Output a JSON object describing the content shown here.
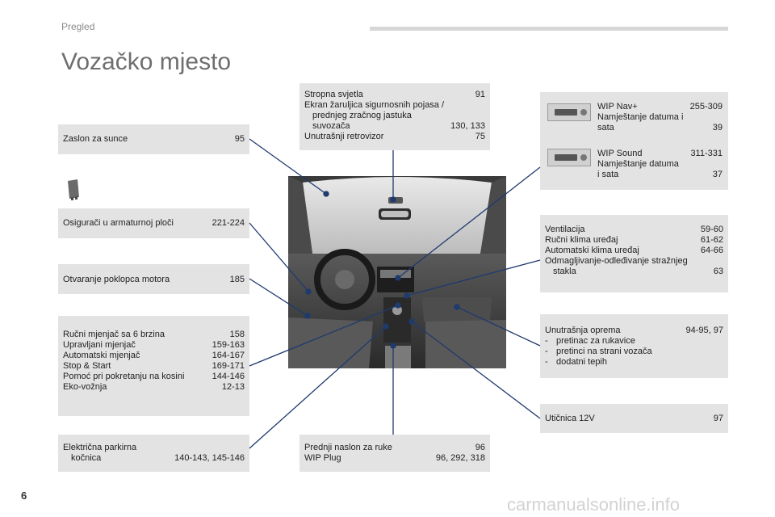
{
  "header": {
    "section": "Pregled",
    "title": "Vozačko mjesto"
  },
  "page_number": "6",
  "watermark": "carmanualsonline.info",
  "boxes": {
    "sun_visor": {
      "label": "Zaslon za sunce",
      "page": "95"
    },
    "fuses": {
      "label": "Osigurači u armaturnoj ploči",
      "page": "221-224"
    },
    "bonnet": {
      "label": "Otvaranje poklopca motora",
      "page": "185"
    },
    "gearbox": [
      {
        "label": "Ručni mjenjač sa 6 brzina",
        "page": "158"
      },
      {
        "label": "Upravljani mjenjač",
        "page": "159-163"
      },
      {
        "label": "Automatski mjenjač",
        "page": "164-167"
      },
      {
        "label": "Stop & Start",
        "page": "169-171"
      },
      {
        "label": "Pomoć pri pokretanju na kosini",
        "page": "144-146"
      },
      {
        "label": "Eko-vožnja",
        "page": "12-13"
      }
    ],
    "parking_brake": {
      "line1": "Električna parkirna",
      "line2": "kočnica",
      "page": "140-143, 145-146"
    },
    "ceiling": {
      "lamps": {
        "label": "Stropna svjetla",
        "page": "91"
      },
      "airbag_line1": "Ekran žaruljica sigurnosnih pojasa /",
      "airbag_line2": "prednjeg zračnog jastuka",
      "airbag_line3": "suvozača",
      "airbag_page": "130, 133",
      "mirror": {
        "label": "Unutrašnji retrovizor",
        "page": "75"
      }
    },
    "armrest": [
      {
        "label": "Prednji naslon za ruke",
        "page": "96"
      },
      {
        "label": "WIP Plug",
        "page": "96, 292, 318"
      }
    ],
    "audio": {
      "nav_label": "WIP Nav+",
      "nav_page": "255-309",
      "nav_sub1": "Namještanje datuma i",
      "nav_sub2": "sata",
      "nav_sub_page": "39",
      "sound_label": "WIP Sound",
      "sound_page": "311-331",
      "sound_sub1": "Namještanje datuma",
      "sound_sub2": "i sata",
      "sound_sub_page": "37"
    },
    "climate": {
      "items": [
        {
          "label": "Ventilacija",
          "page": "59-60"
        },
        {
          "label": "Ručni klima uređaj",
          "page": "61-62"
        },
        {
          "label": "Automatski klima uređaj",
          "page": "64-66"
        }
      ],
      "demist_line1": "Odmagljivanje-odleđivanje stražnjeg",
      "demist_line2": "stakla",
      "demist_page": "63"
    },
    "interior": {
      "label": "Unutrašnja oprema",
      "page": "94-95, 97",
      "items": [
        "pretinac za rukavice",
        "pretinci na strani vozača",
        "dodatni tepih"
      ],
      "dash": "-"
    },
    "socket": {
      "label": "Utičnica 12V",
      "page": "97"
    }
  },
  "colors": {
    "box_bg": "#e3e3e3",
    "leader": "#1e3a6e",
    "title": "#6e6e6e"
  },
  "icons": {
    "fuse": "fuse-icon",
    "radio_nav": "radio-unit-icon",
    "radio_sound": "radio-unit-icon"
  }
}
